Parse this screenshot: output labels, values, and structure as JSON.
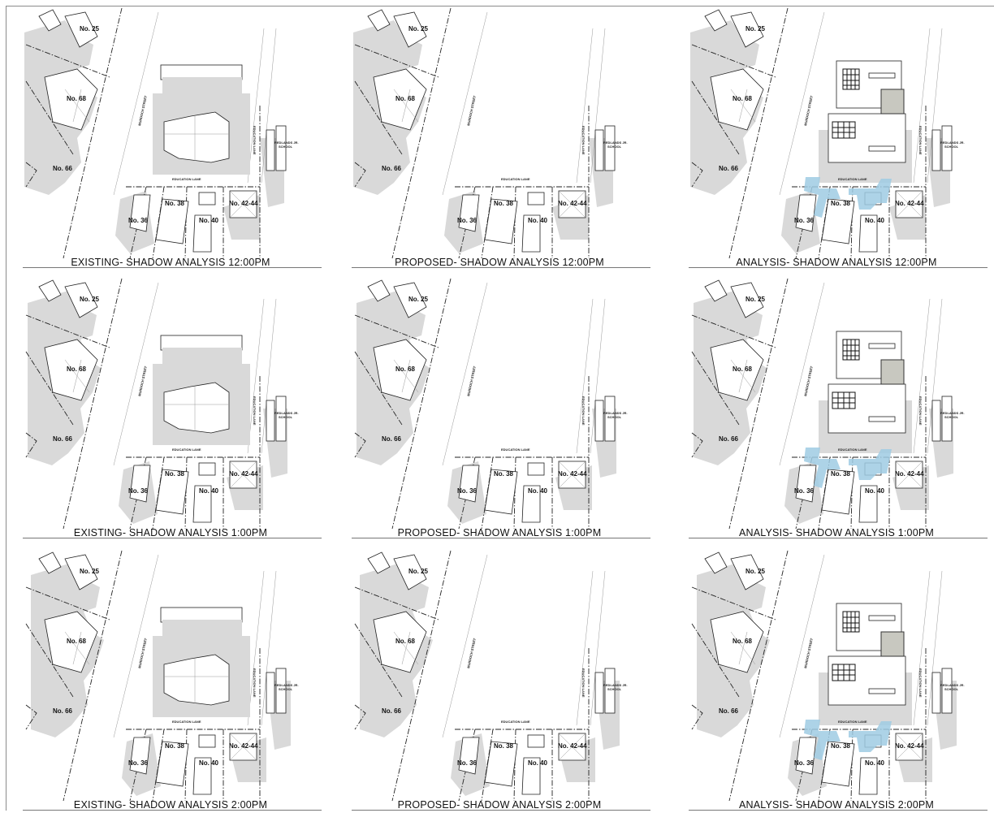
{
  "labels": {
    "no25": "No. 25",
    "no68": "No. 68",
    "no66": "No. 66",
    "no36": "No. 36",
    "no38": "No. 38",
    "no40": "No. 40",
    "no4244": "No. 42-44",
    "murdoch_street": "MURDOCH STREET",
    "education_lane": "EDUCATION LANE",
    "school_line1": "REDLANDS JR.",
    "school_line2": "SCHOOL"
  },
  "colors": {
    "shadow": "#d9d9d9",
    "analysis_highlight": "#9fcbe3"
  },
  "panels": [
    {
      "type": "existing",
      "title": "EXISTING- SHADOW ANALYSIS 12:00PM"
    },
    {
      "type": "proposed",
      "title": "PROPOSED- SHADOW ANALYSIS 12:00PM"
    },
    {
      "type": "analysis",
      "title": "ANALYSIS- SHADOW ANALYSIS 12:00PM"
    },
    {
      "type": "existing",
      "title": "EXISTING- SHADOW ANALYSIS 1:00PM"
    },
    {
      "type": "proposed",
      "title": "PROPOSED- SHADOW ANALYSIS 1:00PM"
    },
    {
      "type": "analysis",
      "title": "ANALYSIS- SHADOW ANALYSIS 1:00PM"
    },
    {
      "type": "existing",
      "title": "EXISTING- SHADOW ANALYSIS 2:00PM"
    },
    {
      "type": "proposed",
      "title": "PROPOSED- SHADOW ANALYSIS 2:00PM"
    },
    {
      "type": "analysis",
      "title": "ANALYSIS- SHADOW ANALYSIS 2:00PM"
    }
  ]
}
